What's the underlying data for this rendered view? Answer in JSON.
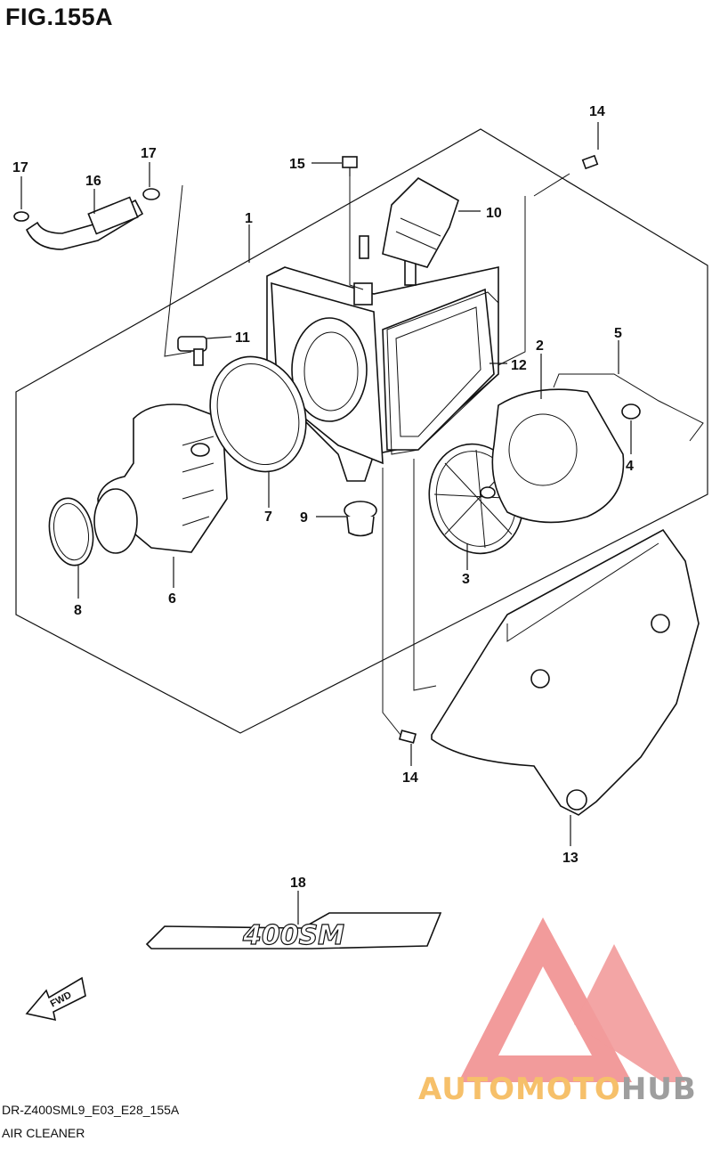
{
  "figure": {
    "title": "FIG.155A"
  },
  "footer": {
    "code": "DR-Z400SML9_E03_E28_155A",
    "name": "AIR CLEANER"
  },
  "decal_text": "400SM",
  "fwd_label": "FWD",
  "watermark": {
    "part1": "AUTO",
    "part2": "MOTO",
    "part3": "HUB"
  },
  "callouts": [
    "1",
    "2",
    "3",
    "4",
    "5",
    "6",
    "7",
    "8",
    "9",
    "10",
    "11",
    "12",
    "13",
    "14",
    "14",
    "15",
    "16",
    "17",
    "17",
    "18"
  ],
  "colors": {
    "watermark_red": "#f08a8a",
    "watermark_orange": "#f6c06a",
    "watermark_gray": "#9e9e9e",
    "line": "#111111"
  }
}
